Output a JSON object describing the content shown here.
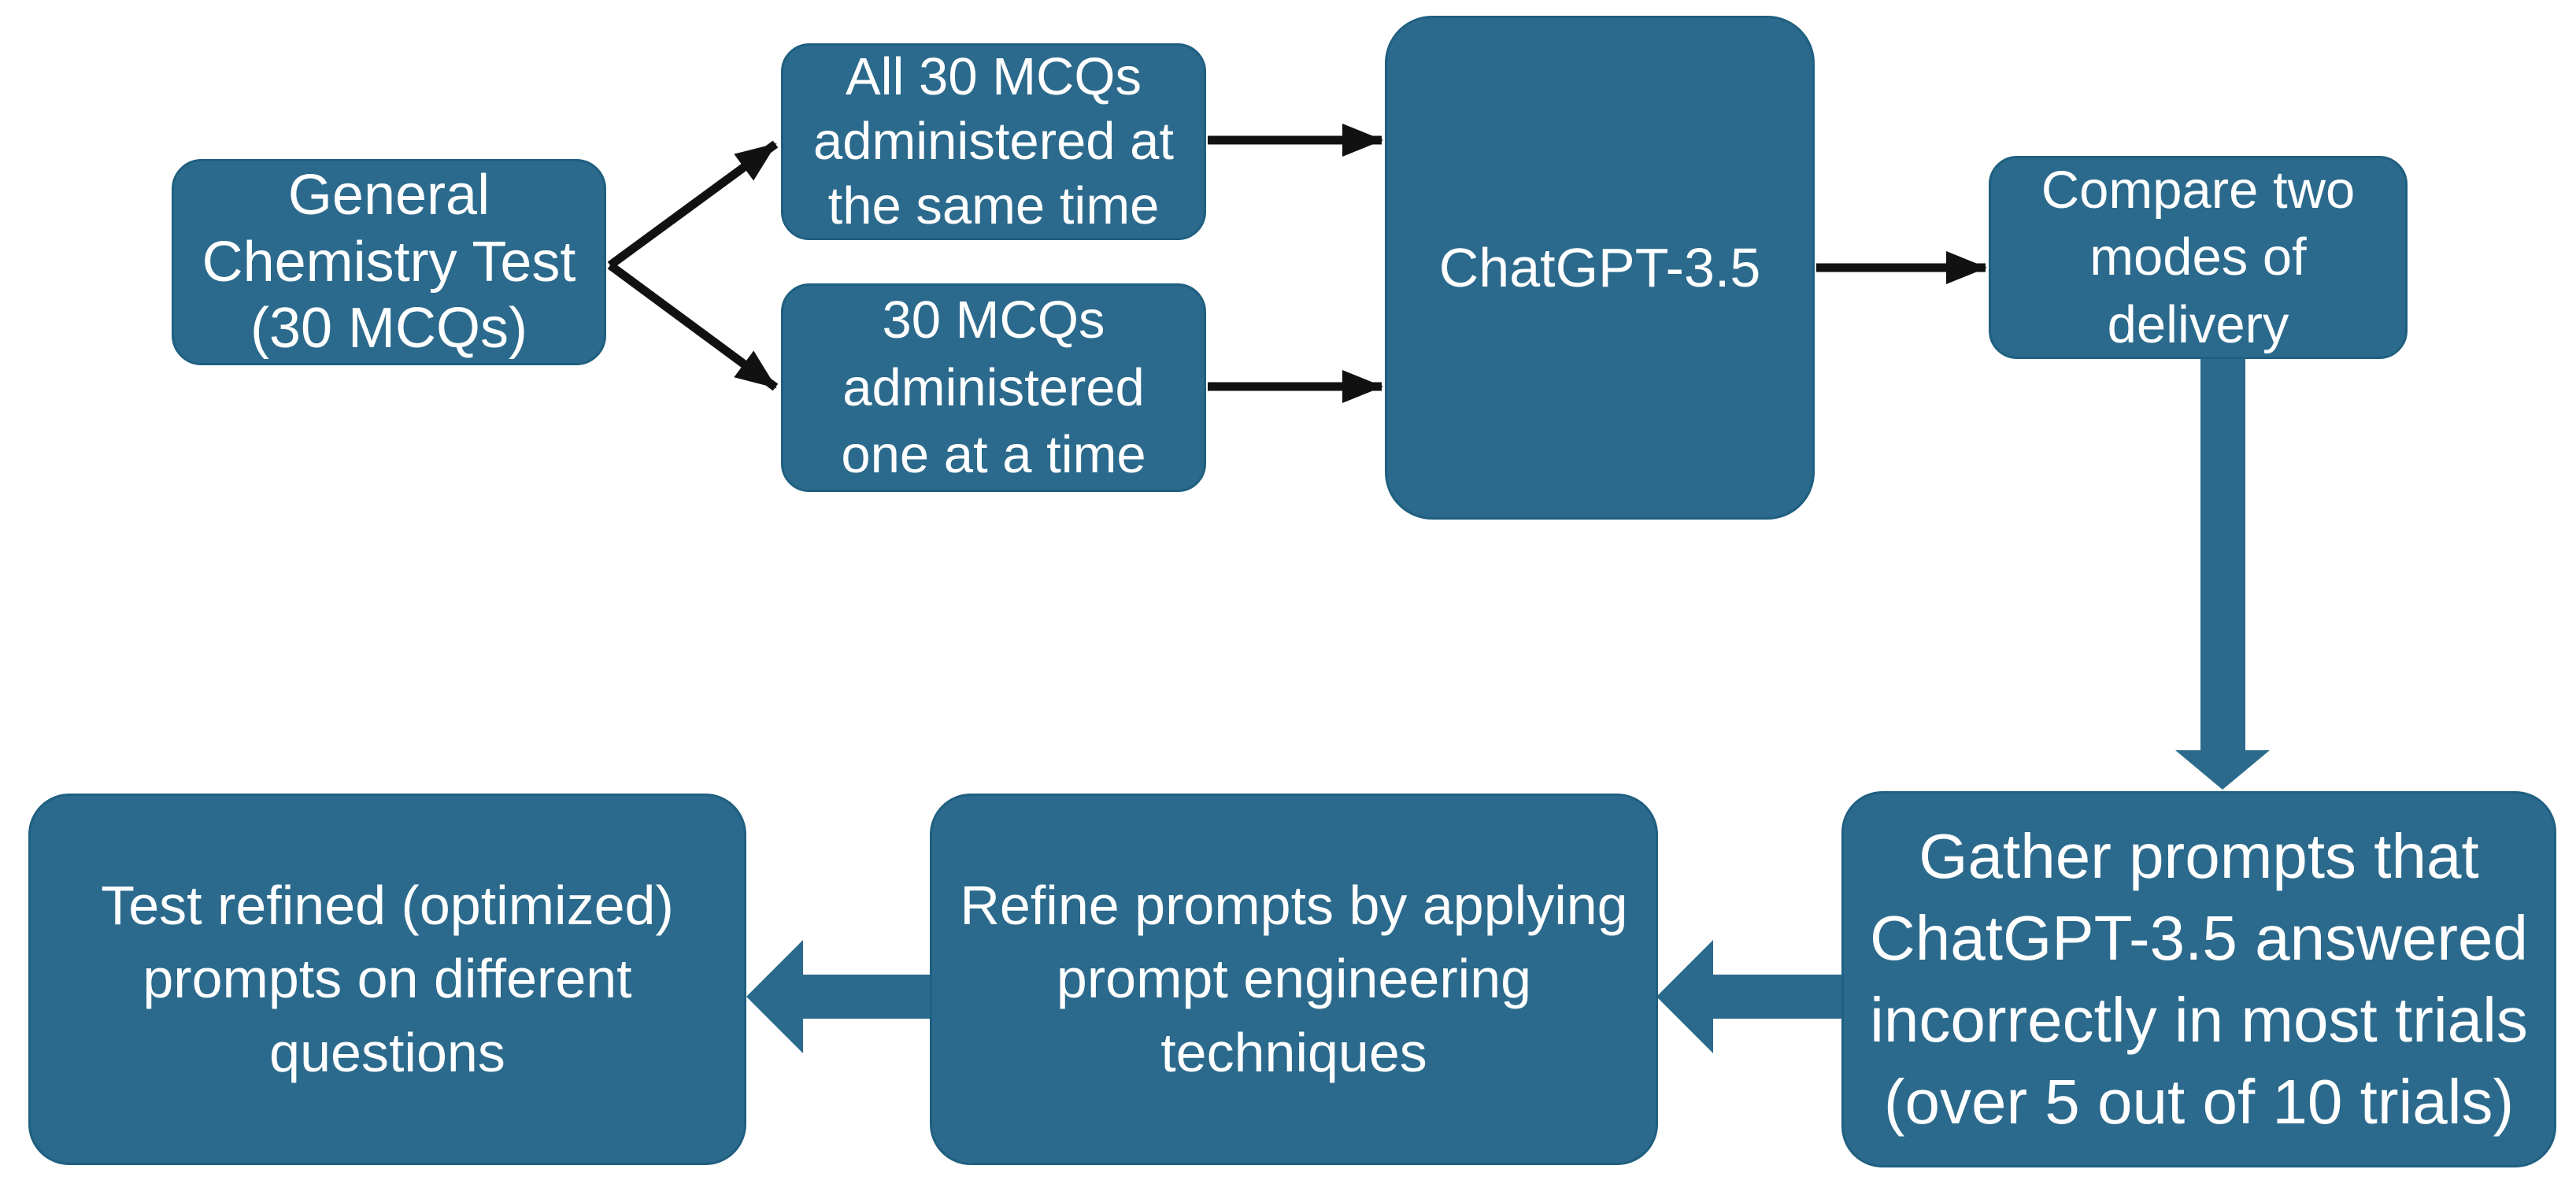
{
  "colors": {
    "background": "#ffffff",
    "node_fill": "#2B6A8C",
    "node_border": "#1F5F80",
    "node_text": "#ffffff",
    "connector": "#111111",
    "block_arrow": "#2B6A8C"
  },
  "nodes": {
    "general_test": {
      "label": "General Chemistry Test (30 MCQs)"
    },
    "all_at_once": {
      "label": "All 30 MCQs administered at the same time"
    },
    "one_at_a_time": {
      "label": "30 MCQs administered one at a time"
    },
    "chatgpt": {
      "label": "ChatGPT-3.5"
    },
    "compare_modes": {
      "label": "Compare two modes of delivery"
    },
    "gather_prompts": {
      "label": "Gather prompts that ChatGPT-3.5 answered incorrectly in most trials (over 5 out of 10 trials)"
    },
    "refine_prompts": {
      "label": "Refine prompts by applying prompt engineering techniques"
    },
    "test_refined": {
      "label": "Test refined (optimized) prompts on different questions"
    }
  },
  "edges": [
    {
      "from": "general_test",
      "to": "all_at_once",
      "style": "thin-black-arrow"
    },
    {
      "from": "general_test",
      "to": "one_at_a_time",
      "style": "thin-black-arrow"
    },
    {
      "from": "all_at_once",
      "to": "chatgpt",
      "style": "thin-black-arrow"
    },
    {
      "from": "one_at_a_time",
      "to": "chatgpt",
      "style": "thin-black-arrow"
    },
    {
      "from": "chatgpt",
      "to": "compare_modes",
      "style": "thin-black-arrow"
    },
    {
      "from": "compare_modes",
      "to": "gather_prompts",
      "style": "thick-teal-arrow"
    },
    {
      "from": "gather_prompts",
      "to": "refine_prompts",
      "style": "thick-teal-arrow"
    },
    {
      "from": "refine_prompts",
      "to": "test_refined",
      "style": "thick-teal-arrow"
    }
  ]
}
